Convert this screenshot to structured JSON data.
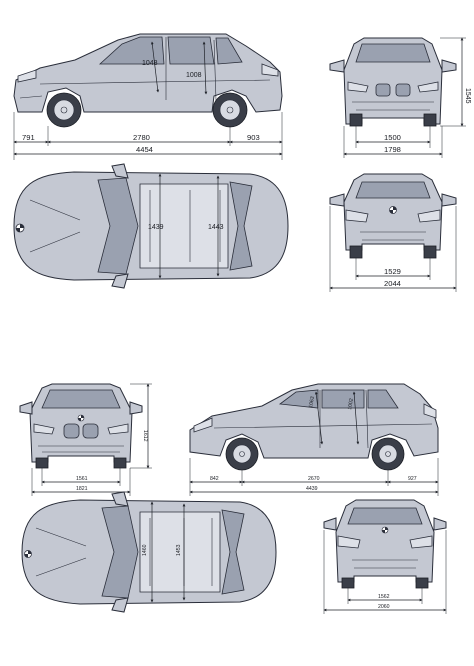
{
  "diagram_1": {
    "side_view": {
      "interior_front_headroom": "1048",
      "interior_rear_headroom": "1008",
      "front_overhang": "791",
      "wheelbase": "2780",
      "rear_overhang": "903",
      "overall_length": "4454"
    },
    "front_view": {
      "height": "1545",
      "front_track": "1500",
      "width": "1798"
    },
    "top_view": {
      "front_shoulder_width": "1439",
      "rear_shoulder_width": "1443"
    },
    "rear_view": {
      "rear_track": "1529",
      "width_with_mirrors": "2044"
    }
  },
  "diagram_2": {
    "front_view": {
      "height": "1612",
      "front_track": "1561",
      "width": "1821"
    },
    "side_view": {
      "front_headroom": "1063",
      "rear_headroom": "1002",
      "front_overhang": "842",
      "wheelbase": "2670",
      "rear_overhang": "927",
      "overall_length": "4439"
    },
    "top_view": {
      "front_shoulder_width": "1460",
      "rear_shoulder_width": "1453"
    },
    "rear_view": {
      "rear_track": "1562",
      "width_with_mirrors": "2060"
    }
  },
  "icons": [
    "bmw-roundel-icon"
  ]
}
